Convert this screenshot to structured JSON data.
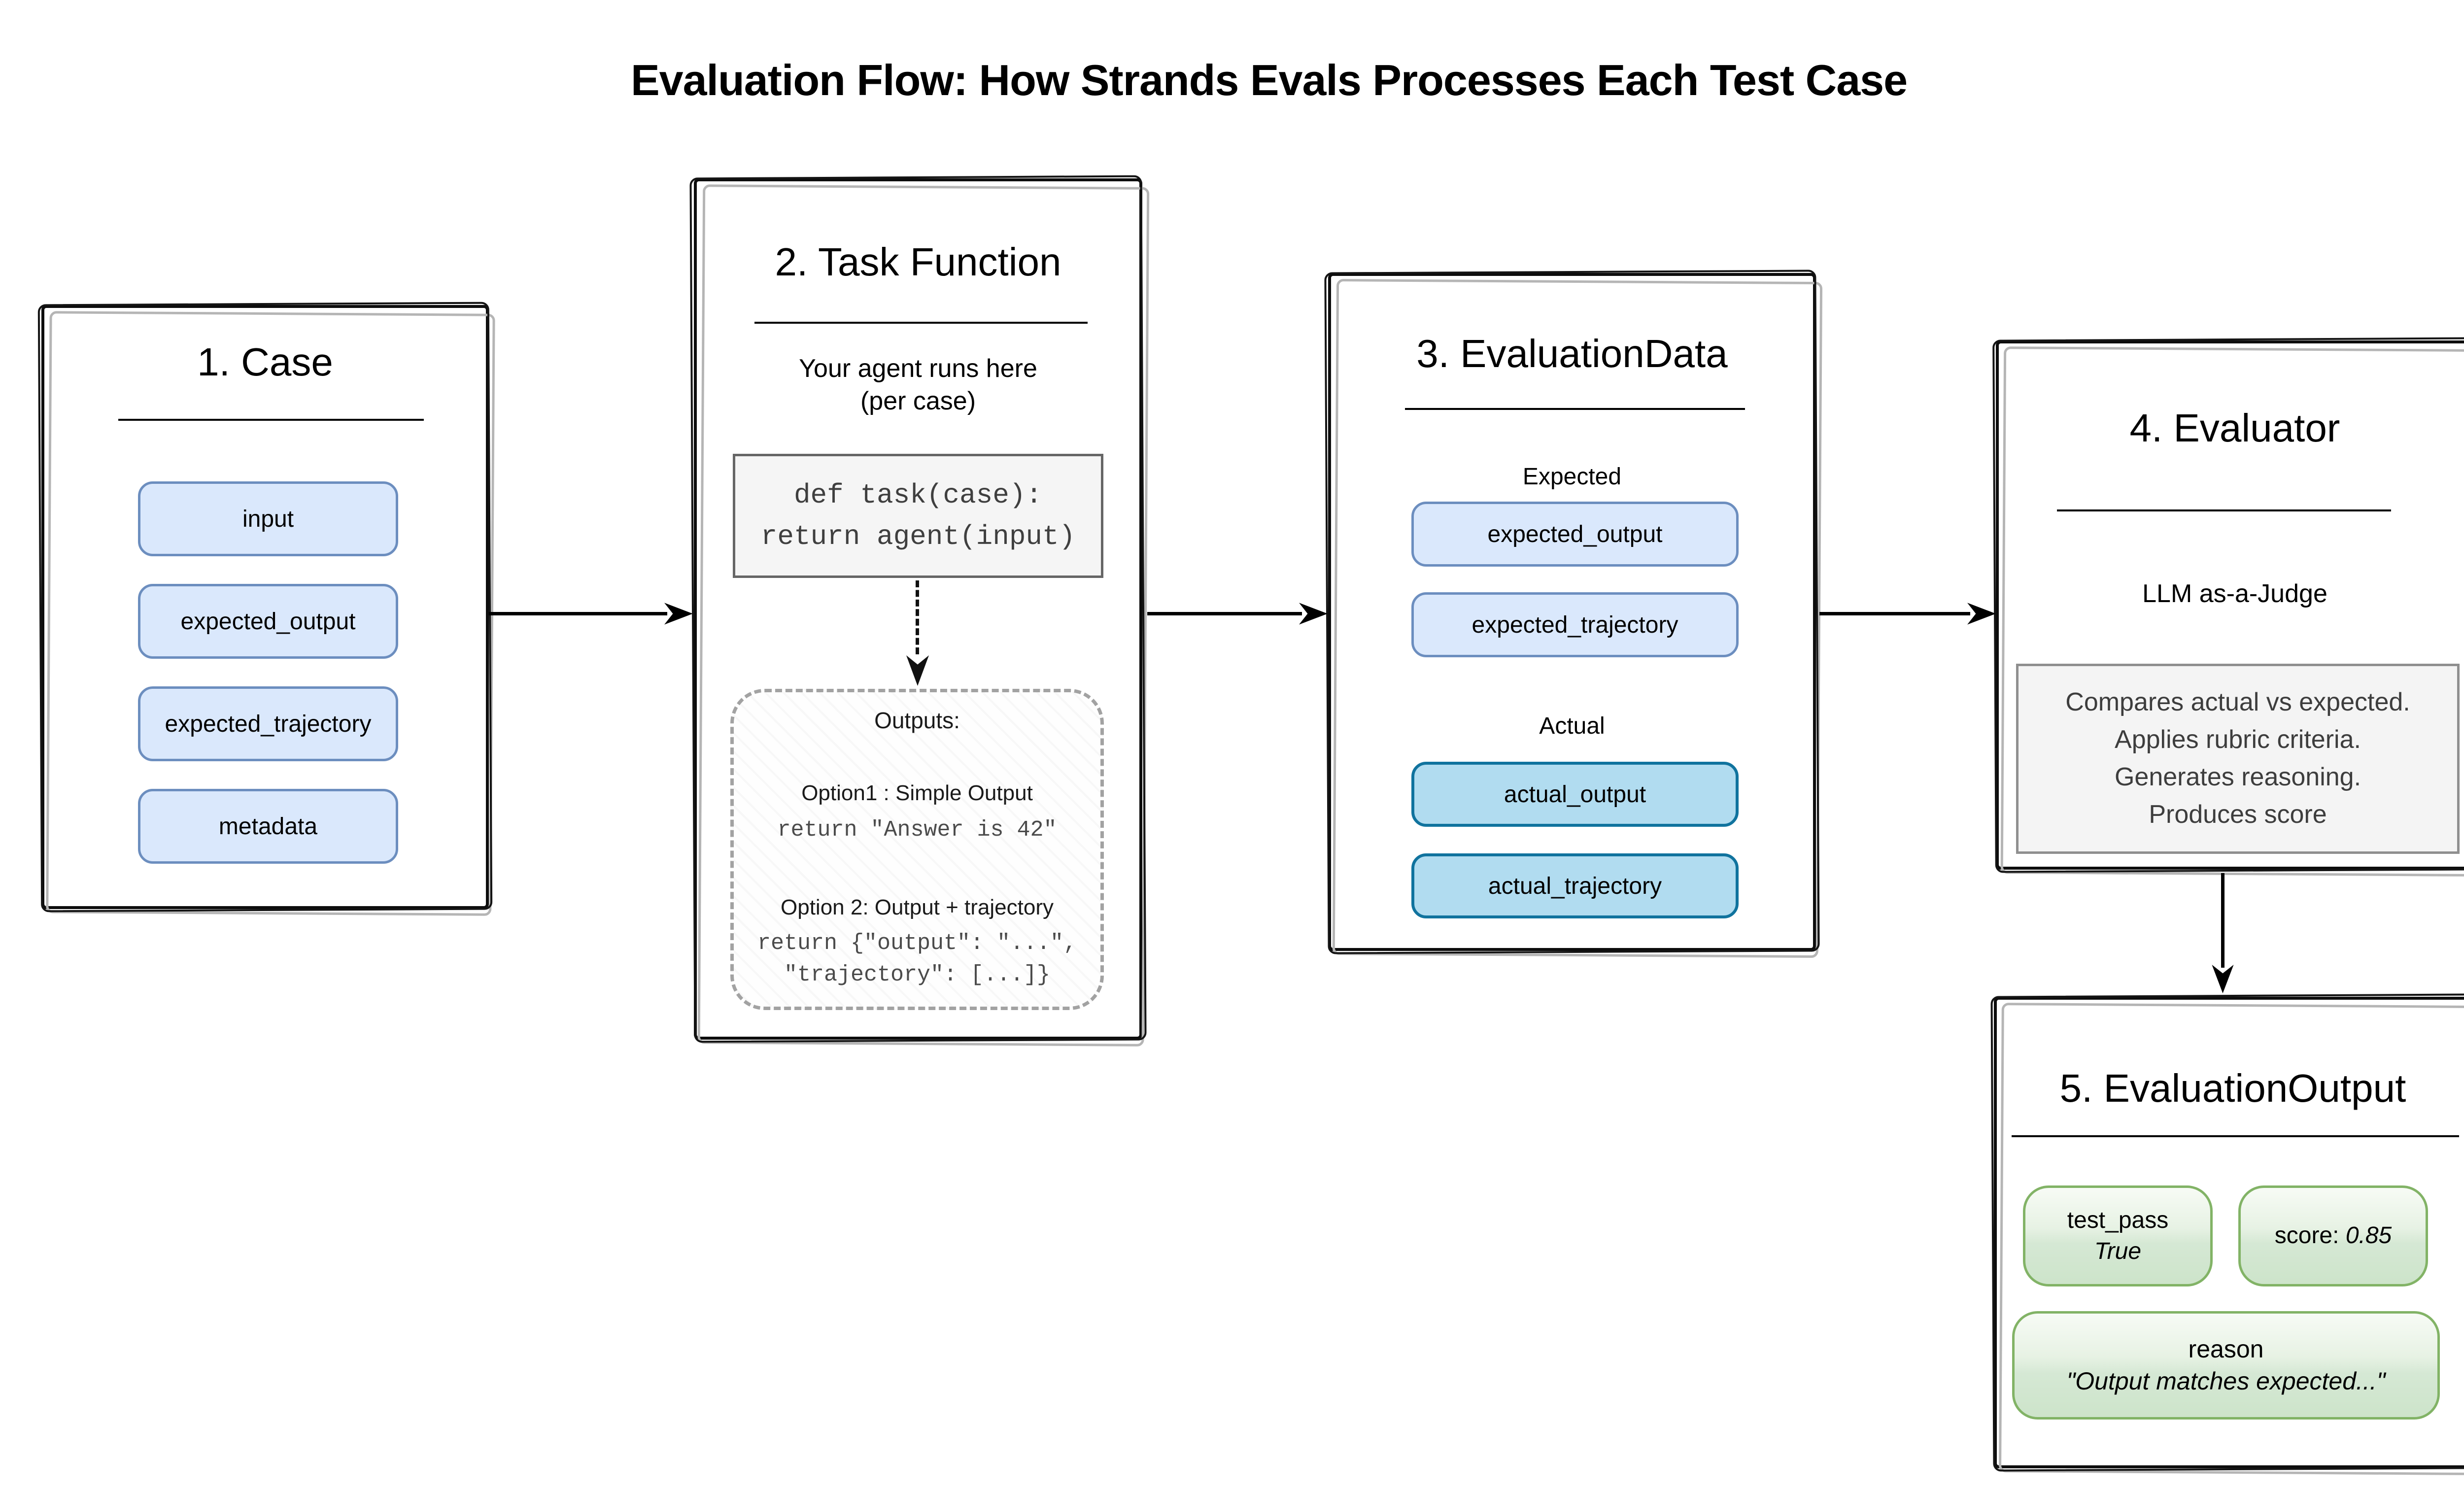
{
  "title": "Evaluation Flow: How Strands Evals Processes Each Test Case",
  "case_box": {
    "title": "1. Case",
    "fields": [
      "input",
      "expected_output",
      "expected_trajectory",
      "metadata"
    ]
  },
  "task_box": {
    "title": "2. Task Function",
    "subtitle_line1": "Your agent runs here",
    "subtitle_line2": "(per case)",
    "code_line1": "def task(case):",
    "code_line2": "return agent(input)",
    "outputs_heading": "Outputs:",
    "option1_label": "Option1 : Simple Output",
    "option1_code": "return \"Answer is 42\"",
    "option2_label": "Option 2: Output + trajectory",
    "option2_code_line1": "return {\"output\": \"...\",",
    "option2_code_line2": "\"trajectory\": [...]}"
  },
  "evaluation_data_box": {
    "title": "3. EvaluationData",
    "expected_label": "Expected",
    "expected_fields": [
      "expected_output",
      "expected_trajectory"
    ],
    "actual_label": "Actual",
    "actual_fields": [
      "actual_output",
      "actual_trajectory"
    ]
  },
  "evaluator_box": {
    "title": "4. Evaluator",
    "subtitle": "LLM as-a-Judge",
    "description_line1": "Compares actual vs expected.",
    "description_line2": "Applies rubric criteria.",
    "description_line3": "Generates reasoning.",
    "description_line4": "Produces score"
  },
  "output_box": {
    "title": "5. EvaluationOutput",
    "test_pass_label": "test_pass",
    "test_pass_value": "True",
    "score_label": "score:",
    "score_value": "0.85",
    "reason_label": "reason",
    "reason_value": "\"Output matches expected...\""
  },
  "colors": {
    "blue_fill": "#dae8fc",
    "blue_border": "#6c8ebf",
    "cyan_fill": "#b1dcf0",
    "cyan_border": "#10739e",
    "green_fill": "#d5e8d4",
    "green_border": "#82b366",
    "code_bg": "#f5f5f5",
    "code_border": "#666666",
    "arrow": "#000000"
  }
}
